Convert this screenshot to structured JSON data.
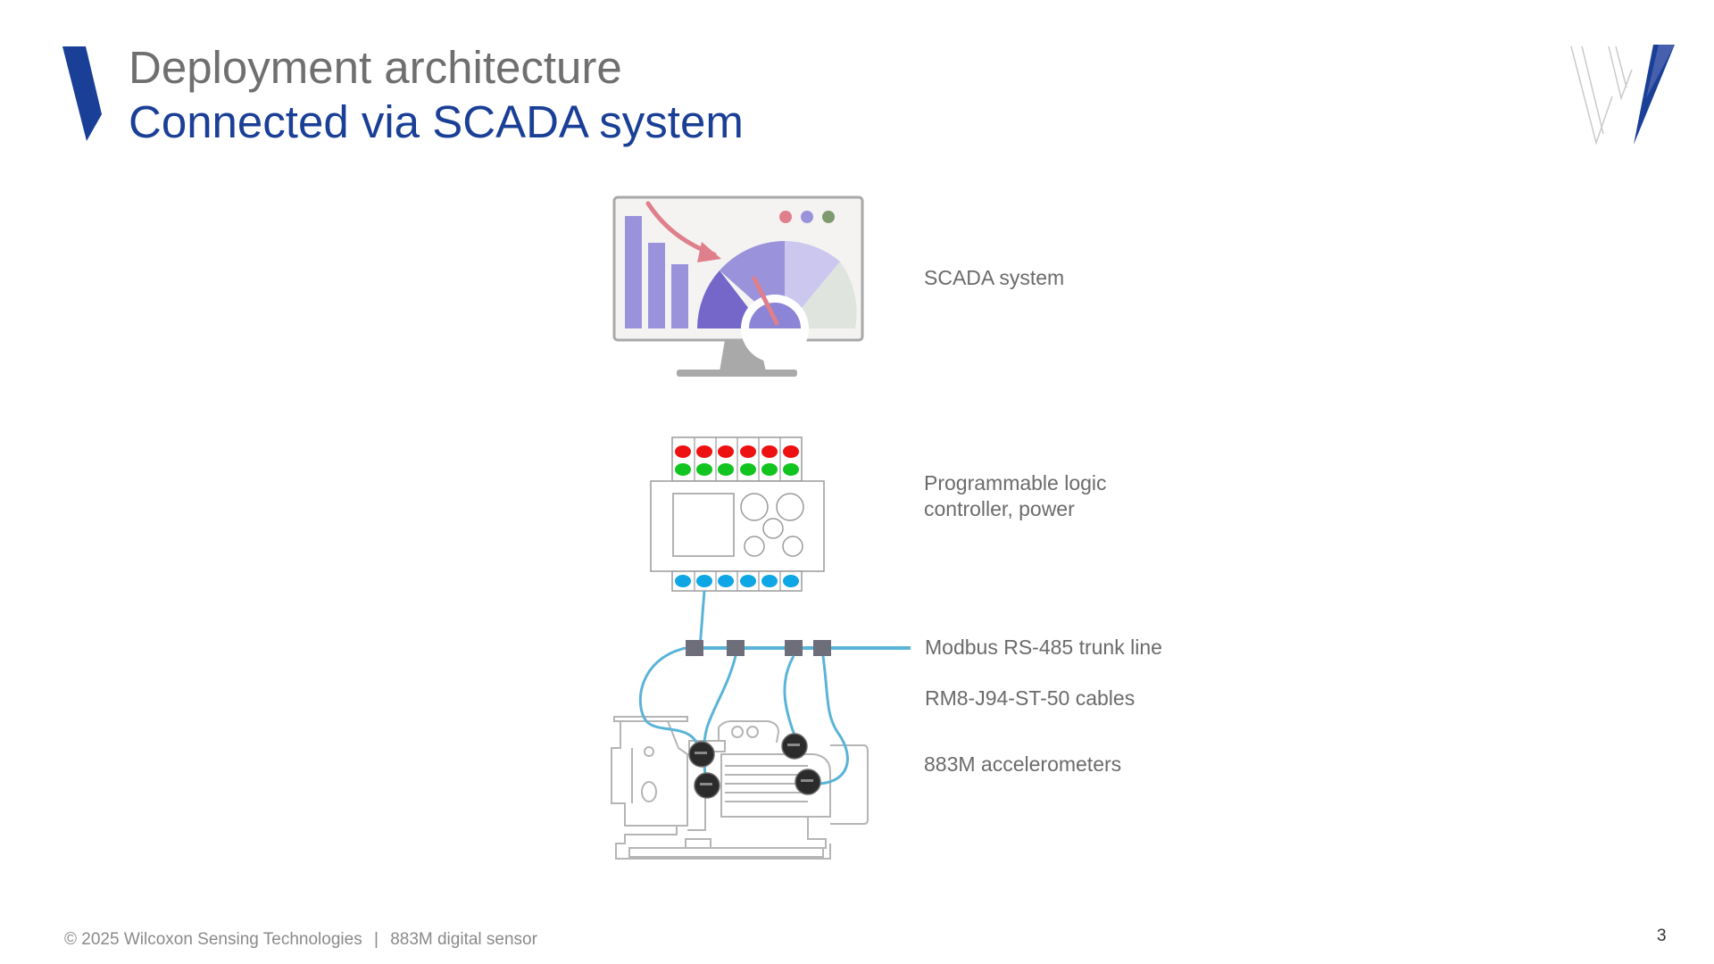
{
  "slide": {
    "title": "Deployment architecture",
    "subtitle": "Connected via SCADA system",
    "page_number": "3"
  },
  "labels": {
    "scada": "SCADA system",
    "plc_line1": "Programmable logic",
    "plc_line2": "controller, power",
    "trunk": "Modbus RS-485 trunk line",
    "cables": "RM8-J94-ST-50 cables",
    "accelerometers": "883M accelerometers"
  },
  "footer": {
    "copyright": "© 2025 Wilcoxon Sensing Technologies",
    "separator": "|",
    "product": "883M digital sensor"
  },
  "colors": {
    "title_gray": "#6f6f6f",
    "subtitle_blue": "#1a3f96",
    "brand_blue": "#1a3f96",
    "cable_blue": "#5ab4d8",
    "led_red": "#ee1111",
    "led_green": "#11c41f",
    "led_blue": "#0ea6e4",
    "chart_purple": "#9a93dc",
    "arrow_pink": "#df7f8c"
  },
  "icons": [
    "brand-accent-icon",
    "wilcoxon-logo-icon",
    "scada-monitor-icon",
    "plc-icon",
    "pump-motor-icon",
    "accelerometer-icon"
  ]
}
